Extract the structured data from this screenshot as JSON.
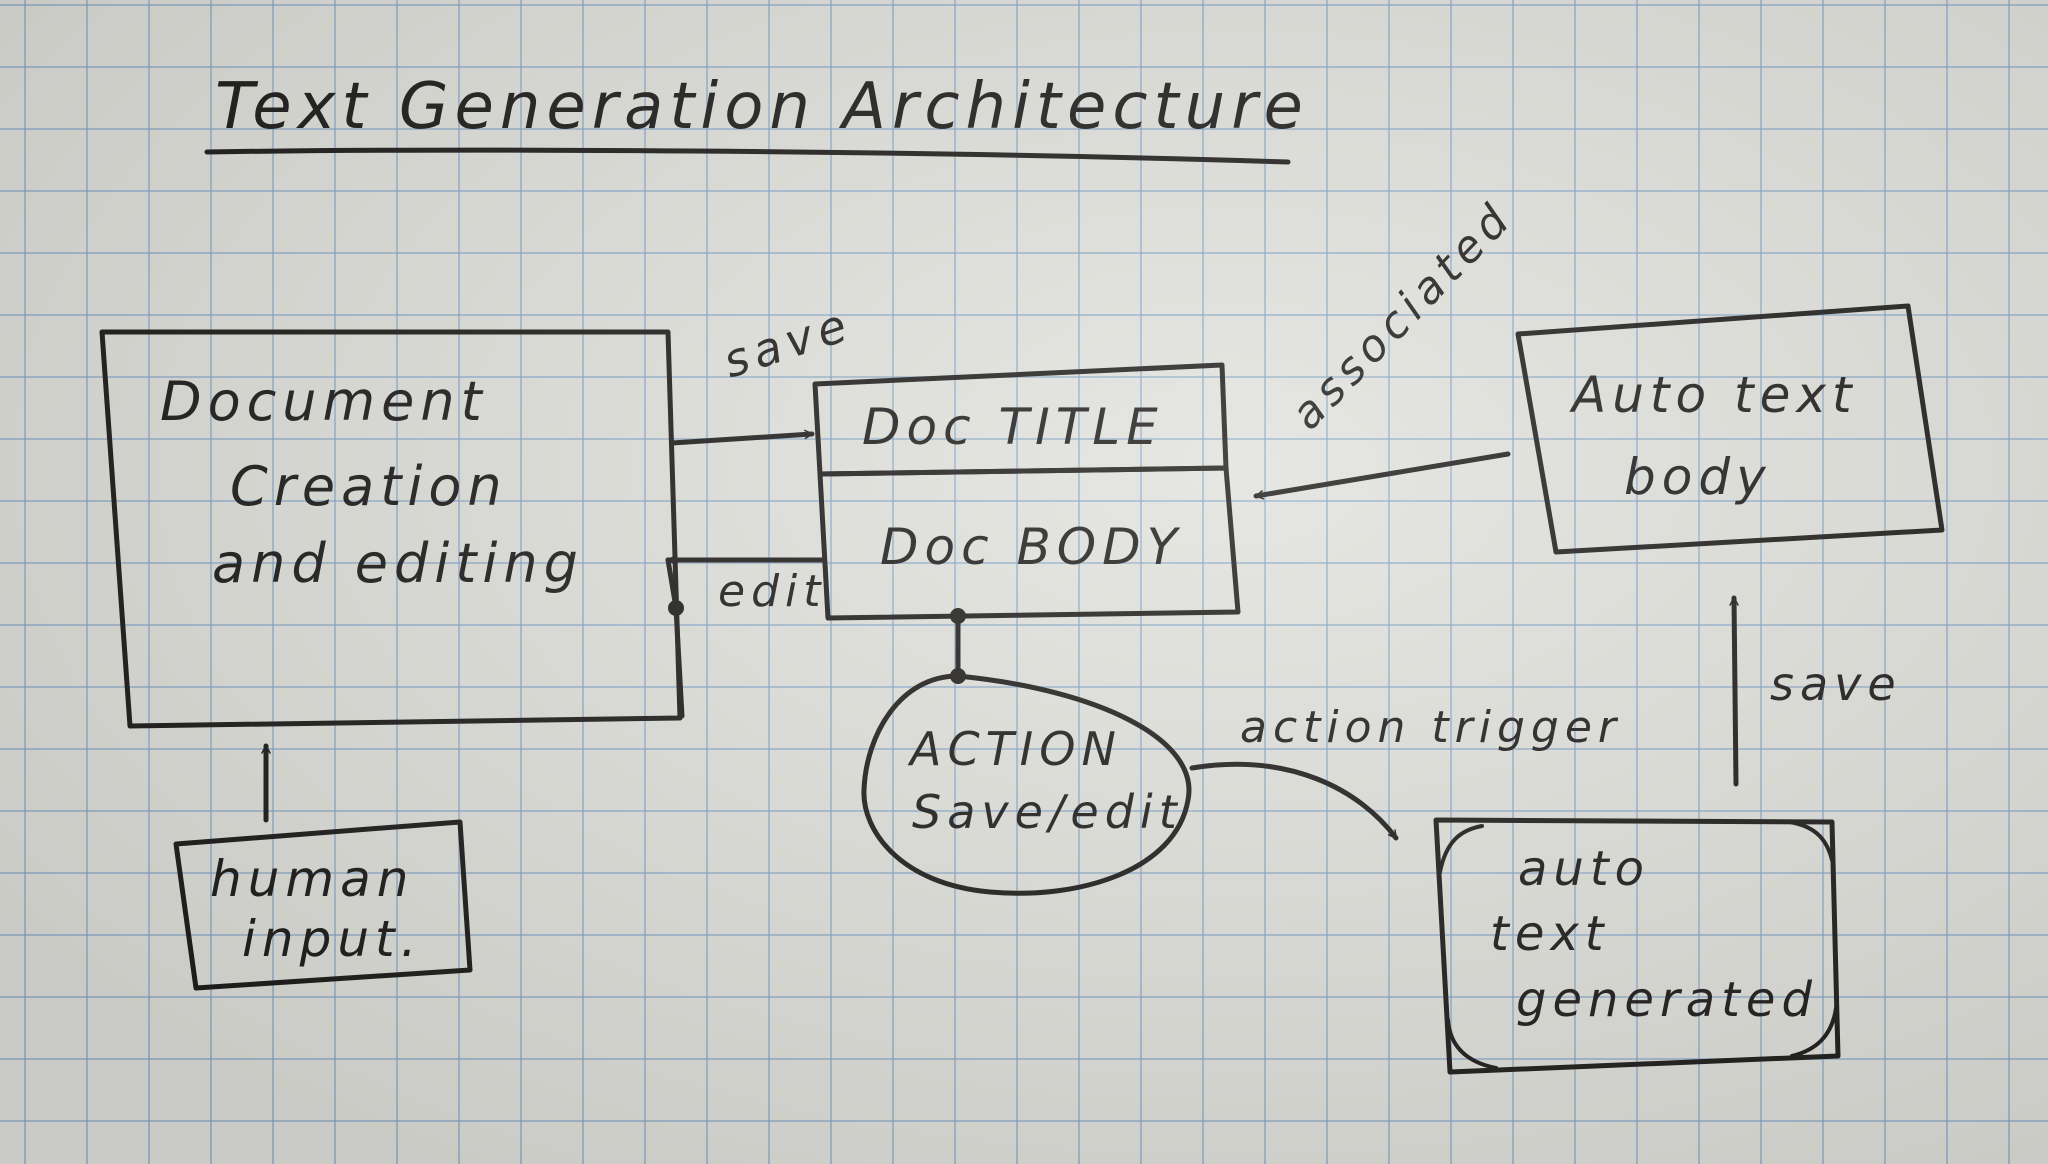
{
  "title": "Text Generation Architecture",
  "nodes": {
    "document_creation": [
      "Document",
      "Creation",
      "and editing"
    ],
    "doc_title": "Doc TITLE",
    "doc_body": "Doc BODY",
    "auto_text_body": [
      "Auto text",
      "body"
    ],
    "human_input": [
      "human",
      "input."
    ],
    "action": [
      "ACTION",
      "Save/edit"
    ],
    "auto_text_generated": [
      "auto",
      "text",
      "generated"
    ]
  },
  "edges": {
    "save_top": "save",
    "edit": "edit",
    "associated": "associated",
    "action_trigger": "action trigger",
    "save_right": "save"
  }
}
